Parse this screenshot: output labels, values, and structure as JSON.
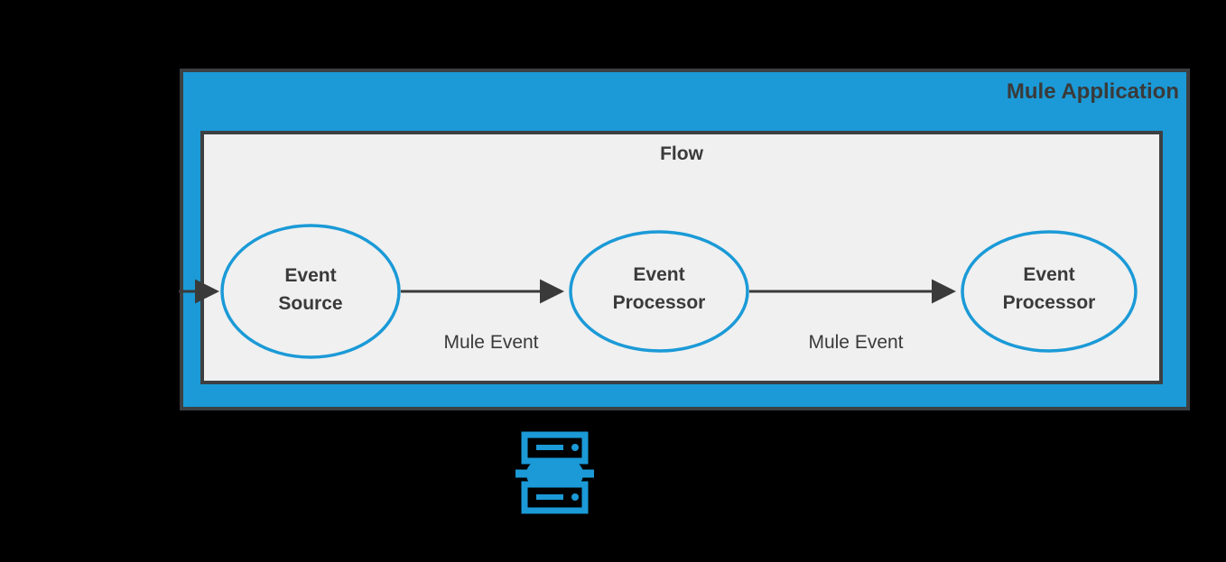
{
  "diagram": {
    "type": "flow-diagram",
    "background_color": "#000000",
    "application_container": {
      "label": "Mule Application",
      "fill_color": "#1b9ad7",
      "stroke_color": "#3c4043"
    },
    "flow_container": {
      "label": "Flow",
      "fill_color": "#f0f0f0",
      "stroke_color": "#3c4043"
    },
    "nodes": [
      {
        "id": "event-source",
        "line1": "Event",
        "line2": "Source",
        "shape": "ellipse",
        "stroke_color": "#1b9ad7",
        "fill_color": "#f0f0f0"
      },
      {
        "id": "event-processor-1",
        "line1": "Event",
        "line2": "Processor",
        "shape": "ellipse",
        "stroke_color": "#1b9ad7",
        "fill_color": "#f0f0f0"
      },
      {
        "id": "event-processor-2",
        "line1": "Event",
        "line2": "Processor",
        "shape": "ellipse",
        "stroke_color": "#1b9ad7",
        "fill_color": "#f0f0f0"
      }
    ],
    "edges": [
      {
        "id": "inbound-edge",
        "label": "",
        "from": "external",
        "to": "event-source",
        "stroke_color": "#3a3a3a"
      },
      {
        "id": "edge-source-to-processor1",
        "label": "Mule Event",
        "from": "event-source",
        "to": "event-processor-1",
        "stroke_color": "#3a3a3a"
      },
      {
        "id": "edge-processor1-to-processor2",
        "label": "Mule Event",
        "from": "event-processor-1",
        "to": "event-processor-2",
        "stroke_color": "#3a3a3a"
      }
    ],
    "icons": [
      {
        "id": "server-icon",
        "name": "server-icon",
        "color": "#1b9ad7"
      }
    ]
  }
}
